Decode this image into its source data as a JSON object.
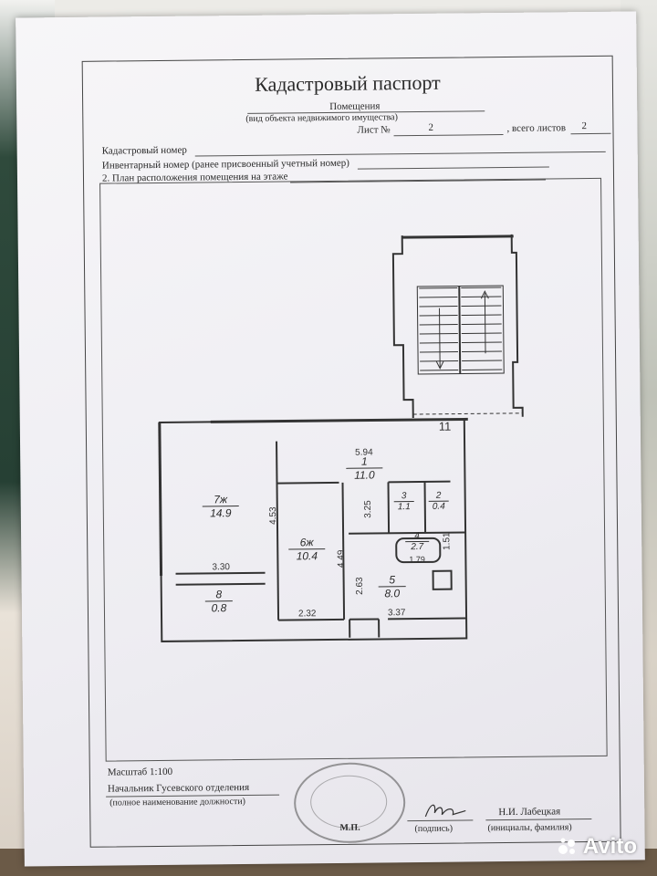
{
  "document": {
    "title": "Кадастровый паспорт",
    "object_name": "Помещения",
    "object_hint": "(вид объекта недвижимого имущества)",
    "sheet_label": "Лист №",
    "sheet_number": "2",
    "total_sheets_label": ", всего листов",
    "total_sheets": "2",
    "cadastral_number_label": "Кадастровый номер",
    "inventory_number_label": "Инвентарный номер (ранее присвоенный учетный номер)",
    "plan_section_label": "2. План расположения помещения на этаже"
  },
  "plan": {
    "dims": [
      "5.94",
      "4.53",
      "3.25",
      "4.49",
      "2.63",
      "1.51",
      "1.79",
      "3.30",
      "2.32",
      "3.37"
    ],
    "stair_label": "11",
    "rooms": [
      {
        "num": "7ж",
        "area": "14.9"
      },
      {
        "num": "8",
        "area": "0.8"
      },
      {
        "num": "6ж",
        "area": "10.4"
      },
      {
        "num": "1",
        "area": "11.0"
      },
      {
        "num": "3",
        "area": "1.1"
      },
      {
        "num": "2",
        "area": "0.4"
      },
      {
        "num": "4",
        "area": "2.7"
      },
      {
        "num": "5",
        "area": "8.0"
      }
    ]
  },
  "footer": {
    "scale": "Масштаб  1:100",
    "position": "Начальник Гусевского отделения",
    "position_hint": "(полное наименование должности)",
    "stamp_label": "М.П.",
    "signature_hint": "(подпись)",
    "name": "Н.И. Лабецкая",
    "name_hint": "(инициалы, фамилия)"
  },
  "watermark": {
    "text": "Avito"
  }
}
